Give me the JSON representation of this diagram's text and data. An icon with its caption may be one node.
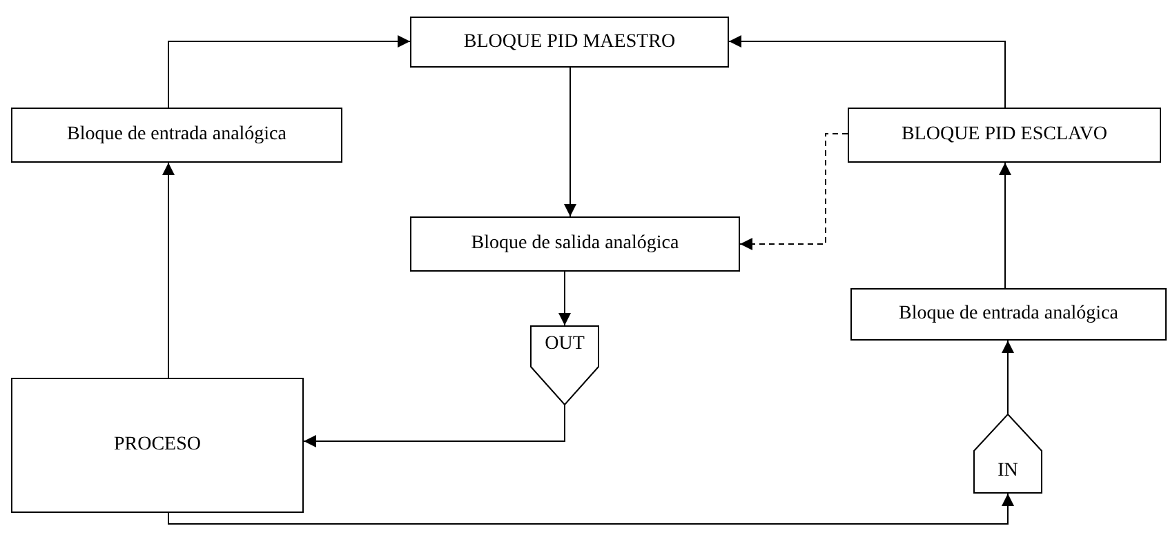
{
  "diagram": {
    "nodes": [
      {
        "text": [
          "BLOQUE PID MAESTRO"
        ]
      },
      {
        "text": [
          "Bloque de entrada analógica"
        ]
      },
      {
        "text": [
          "BLOQUE PID ESCLAVO"
        ]
      },
      {
        "text": [
          "Bloque de salida analógica"
        ]
      },
      {
        "text": [
          "OUT"
        ]
      },
      {
        "text": [
          "Bloque de entrada analógica"
        ]
      },
      {
        "text": [
          "PROCESO"
        ]
      },
      {
        "text": [
          "IN"
        ]
      }
    ],
    "edges": [
      {
        "from": 1,
        "to": 0,
        "arrow": "to"
      },
      {
        "from": 2,
        "to": 0,
        "arrow": "to"
      },
      {
        "from": 0,
        "to": 3,
        "arrow": "to"
      },
      {
        "from": 2,
        "to": 3,
        "arrow": "to",
        "style": "dashed"
      },
      {
        "from": 3,
        "to": 4,
        "arrow": "to"
      },
      {
        "from": 4,
        "to": 6,
        "arrow": "to"
      },
      {
        "from": 6,
        "to": 1,
        "arrow": "to"
      },
      {
        "from": 6,
        "to": 7,
        "arrow": "to"
      },
      {
        "from": 7,
        "to": 5,
        "arrow": "to"
      },
      {
        "from": 5,
        "to": 2,
        "arrow": "to"
      }
    ]
  }
}
